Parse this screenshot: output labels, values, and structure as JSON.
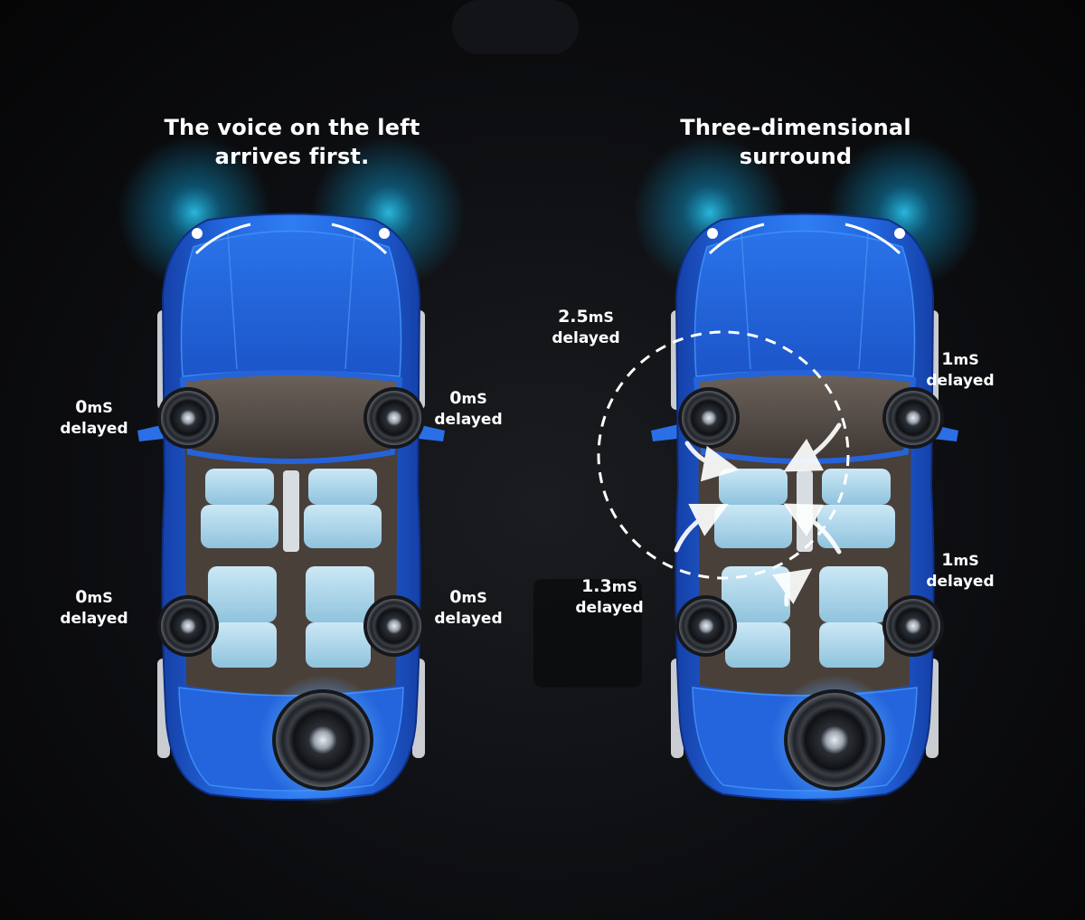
{
  "panels": [
    {
      "title_line1": "The voice on the left",
      "title_line2": "arrives first.",
      "labels": {
        "front_left": {
          "value": "0",
          "unit": "mS",
          "text": "delayed"
        },
        "front_right": {
          "value": "0",
          "unit": "mS",
          "text": "delayed"
        },
        "rear_left": {
          "value": "0",
          "unit": "mS",
          "text": "delayed"
        },
        "rear_right": {
          "value": "0",
          "unit": "mS",
          "text": "delayed"
        }
      }
    },
    {
      "title_line1": "Three-dimensional",
      "title_line2": "surround",
      "labels": {
        "front_left": {
          "value": "2.5",
          "unit": "mS",
          "text": "delayed"
        },
        "front_right": {
          "value": "1",
          "unit": "mS",
          "text": "delayed"
        },
        "rear_left": {
          "value": "1.3",
          "unit": "mS",
          "text": "delayed"
        },
        "rear_right": {
          "value": "1",
          "unit": "mS",
          "text": "delayed"
        }
      }
    }
  ],
  "colors": {
    "car_body": "#1f5fd6",
    "car_highlight": "#3d86f0",
    "glow": "#1fc8ff",
    "seat": "#a9d6ec",
    "interior": "#4a403a",
    "speaker": "#1c1e22"
  }
}
